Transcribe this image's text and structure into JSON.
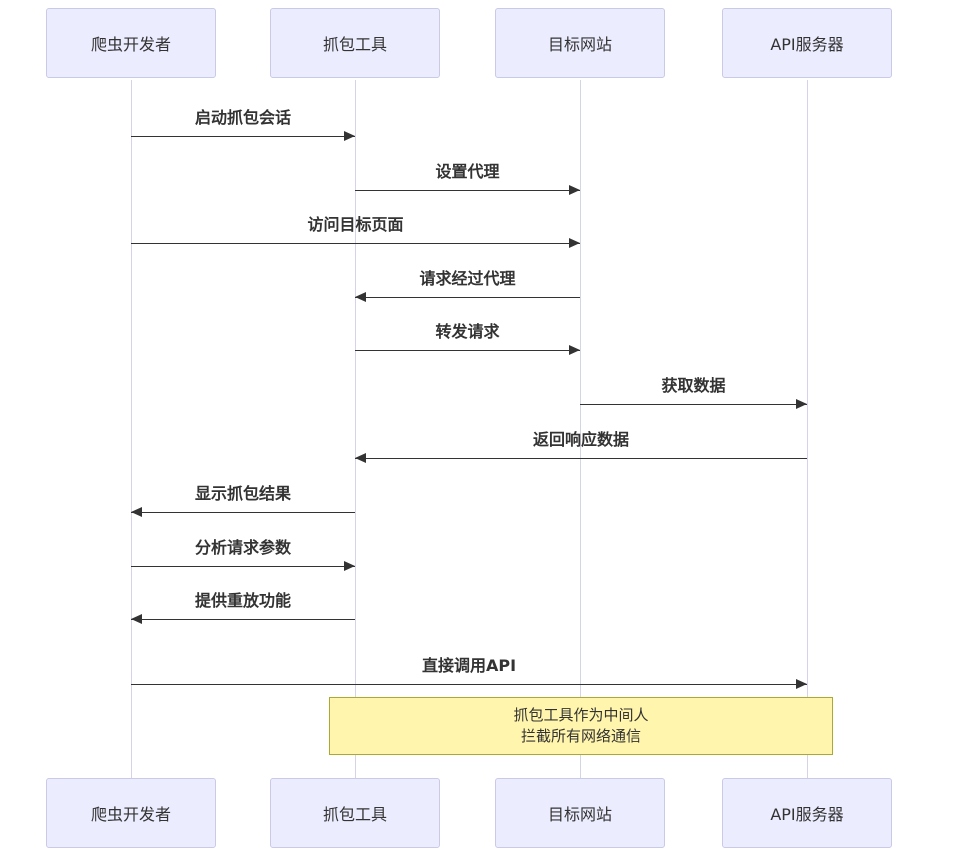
{
  "diagram": {
    "type": "sequence",
    "actors": [
      {
        "id": "crawler-developer",
        "label": "爬虫开发者"
      },
      {
        "id": "capture-tool",
        "label": "抓包工具"
      },
      {
        "id": "target-site",
        "label": "目标网站"
      },
      {
        "id": "api-server",
        "label": "API服务器"
      }
    ],
    "messages": [
      {
        "label": "启动抓包会话",
        "from": "爬虫开发者",
        "to": "抓包工具",
        "direction": "right"
      },
      {
        "label": "设置代理",
        "from": "抓包工具",
        "to": "目标网站",
        "direction": "right"
      },
      {
        "label": "访问目标页面",
        "from": "爬虫开发者",
        "to": "目标网站",
        "direction": "right"
      },
      {
        "label": "请求经过代理",
        "from": "目标网站",
        "to": "抓包工具",
        "direction": "left"
      },
      {
        "label": "转发请求",
        "from": "抓包工具",
        "to": "目标网站",
        "direction": "right"
      },
      {
        "label": "获取数据",
        "from": "目标网站",
        "to": "API服务器",
        "direction": "right"
      },
      {
        "label": "返回响应数据",
        "from": "API服务器",
        "to": "抓包工具",
        "direction": "left"
      },
      {
        "label": "显示抓包结果",
        "from": "抓包工具",
        "to": "爬虫开发者",
        "direction": "left"
      },
      {
        "label": "分析请求参数",
        "from": "爬虫开发者",
        "to": "抓包工具",
        "direction": "right"
      },
      {
        "label": "提供重放功能",
        "from": "抓包工具",
        "to": "爬虫开发者",
        "direction": "left"
      },
      {
        "label": "直接调用API",
        "from": "爬虫开发者",
        "to": "API服务器",
        "direction": "right"
      }
    ],
    "note": {
      "over": [
        "抓包工具",
        "API服务器"
      ],
      "lines": [
        "抓包工具作为中间人",
        "拦截所有网络通信"
      ]
    },
    "colors": {
      "actor_fill": "#ECECFF",
      "actor_border": "#C9C9E8",
      "lifeline": "#D5D3E6",
      "message": "#333333",
      "text": "#333333",
      "note_fill": "#FFF5AD",
      "note_border": "#AAAA33",
      "background": "#FFFFFF"
    }
  }
}
